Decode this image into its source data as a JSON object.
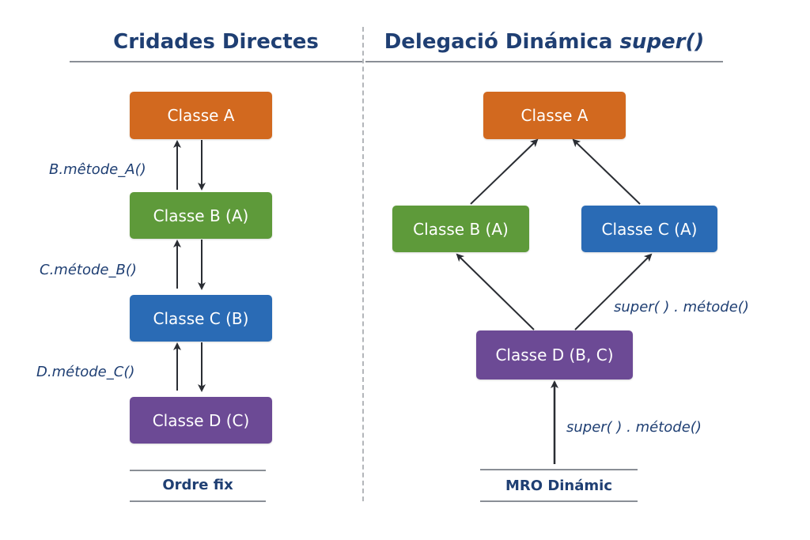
{
  "left_panel": {
    "title": "Cridades Directes",
    "classes": [
      {
        "label": "Classe A",
        "color": "#d2691f"
      },
      {
        "label": "Classe B (A)",
        "color": "#5e9a3a"
      },
      {
        "label": "Classe C (B)",
        "color": "#2a6bb5"
      },
      {
        "label": "Classe D (C)",
        "color": "#6c4a95"
      }
    ],
    "calls": [
      "B.mêtode_A()",
      "C.métode_B()",
      "D.métode_C()"
    ],
    "footer": "Ordre fix"
  },
  "right_panel": {
    "title_main": "Delegació Dinámica",
    "title_code": "super()",
    "classes": [
      {
        "label": "Classe A",
        "color": "#d2691f"
      },
      {
        "label": "Classe B (A)",
        "color": "#5e9a3a"
      },
      {
        "label": "Classe C (A)",
        "color": "#2a6bb5"
      },
      {
        "label": "Classe D (B, C)",
        "color": "#6c4a95"
      }
    ],
    "calls": [
      "super( ) . métode()",
      "super( ) . métode()"
    ],
    "footer": "MRO Dinámic"
  },
  "colors": {
    "heading_text": "#1f3f73",
    "arrow": "#2a2d33",
    "rule": "#8a8f96"
  }
}
